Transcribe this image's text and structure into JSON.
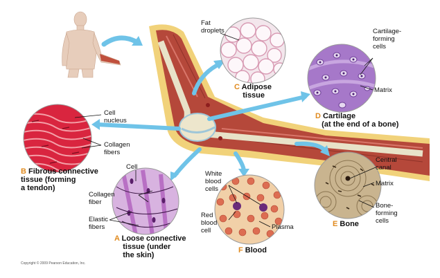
{
  "labels": {
    "fat_droplets": "Fat\ndroplets",
    "cell_nucleus": "Cell\nnucleus",
    "collagen_fibers_b": "Collagen\nfibers",
    "cartilage_cells": "Cartilage-\nforming\ncells",
    "matrix_d": "Matrix",
    "cell_a": "Cell",
    "collagen_fiber_a": "Collagen\nfiber",
    "elastic_fibers": "Elastic\nfibers",
    "wbc": "White\nblood\ncells",
    "rbc": "Red\nblood\ncell",
    "plasma": "Plasma",
    "central_canal": "Central\ncanal",
    "matrix_e": "Matrix",
    "bone_cells": "Bone-\nforming\ncells"
  },
  "captions": {
    "c": {
      "letter": "C",
      "text": " Adipose\n    tissue"
    },
    "d": {
      "letter": "D",
      "text": " Cartilage\n   (at the end of a bone)"
    },
    "b": {
      "letter": "B",
      "text": " Fibrous connective\ntissue (forming\na tendon)"
    },
    "a": {
      "letter": "A",
      "text": " Loose connective\n    tissue (under\n    the skin)"
    },
    "f": {
      "letter": "F",
      "text": " Blood"
    },
    "e": {
      "letter": "E",
      "text": " Bone"
    }
  },
  "copyright": "Copyright © 2009 Pearson Education, Inc.",
  "colors": {
    "arrow": "#6fc3e8",
    "caption_letter": "#e08a1e",
    "muscle": "#b5483a",
    "fat": "#f1d27a",
    "adipose": "#f3e6ec",
    "cartilage": "#a678c9",
    "fibrous": "#d9253f",
    "loose": "#b870c4",
    "blood": "#f1d0a8",
    "bone": "#c9b48f"
  }
}
